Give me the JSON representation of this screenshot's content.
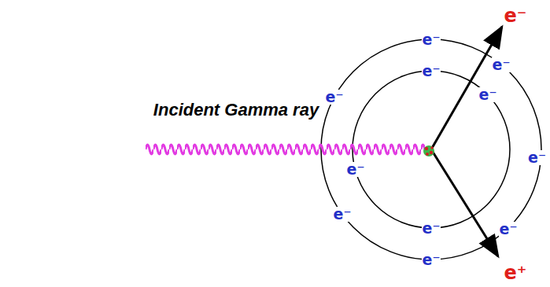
{
  "diagram": {
    "labels": [
      "Incident Gamma ray",
      "e⁻",
      "e⁻",
      "e⁻",
      "e⁻",
      "e⁻",
      "e⁻",
      "e⁻",
      "e⁻",
      "e⁻",
      "e⁻",
      "e⁻",
      "e⁻",
      "e⁺"
    ]
  }
}
